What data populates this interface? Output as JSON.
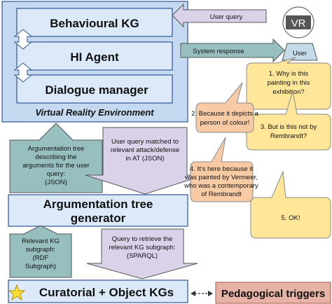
{
  "colors": {
    "vr_fill": "#c5d9f1",
    "vr_stroke": "#2f5597",
    "kg_fill": "#dce9f8",
    "teal_fill": "#98bfbf",
    "lilac_fill": "#d9d2e9",
    "orange_fill": "#f8cba5",
    "yellow_fill": "#ffe699",
    "pink_fill": "#e6b3a6",
    "user_fill": "#c5dbe8"
  },
  "boxes": {
    "behavioural_kg": "Behavioural KG",
    "hi_agent": "HI Agent",
    "dialogue_manager": "Dialogue manager",
    "vr_environment": "Virtual Reality Environment",
    "argumentation_generator_line1": "Argumentation tree",
    "argumentation_generator_line2": "generator",
    "curatorial_kgs": "Curatorial + Object KGs",
    "pedagogical_triggers": "Pedagogical triggers"
  },
  "arrows": {
    "user_query": "User query",
    "system_response": "System response",
    "arg_tree_json": [
      "Argumentation tree",
      "describing the",
      "arguments for the user",
      "query:",
      "(JSON)"
    ],
    "query_matched": [
      "User query matched to",
      "relevant attack/defense",
      "in AT (JSON)"
    ],
    "relevant_kg": [
      "Relevant KG",
      "subgraph:",
      "(RDF",
      "Subgraph)"
    ],
    "query_retrieve": [
      "Query to retrieve the",
      "relevant KG subgraph:",
      "(SPARQL)"
    ]
  },
  "user": {
    "vr_label": "VR",
    "user_label": "User"
  },
  "dialogue": [
    {
      "speaker": "user",
      "lines": [
        "1. Why is this",
        "painting in this",
        "exhibition?"
      ]
    },
    {
      "speaker": "agent",
      "lines": [
        "2. Because it depicts a",
        "person of colour!"
      ]
    },
    {
      "speaker": "user",
      "lines": [
        "3. But is this not by",
        "Rembrandt?"
      ]
    },
    {
      "speaker": "agent",
      "lines": [
        "4. It's here because it",
        "was painted by Vermeer,",
        "who was a contemporary",
        "of Rembrandt"
      ]
    },
    {
      "speaker": "user",
      "lines": [
        "5. OK!"
      ]
    }
  ]
}
